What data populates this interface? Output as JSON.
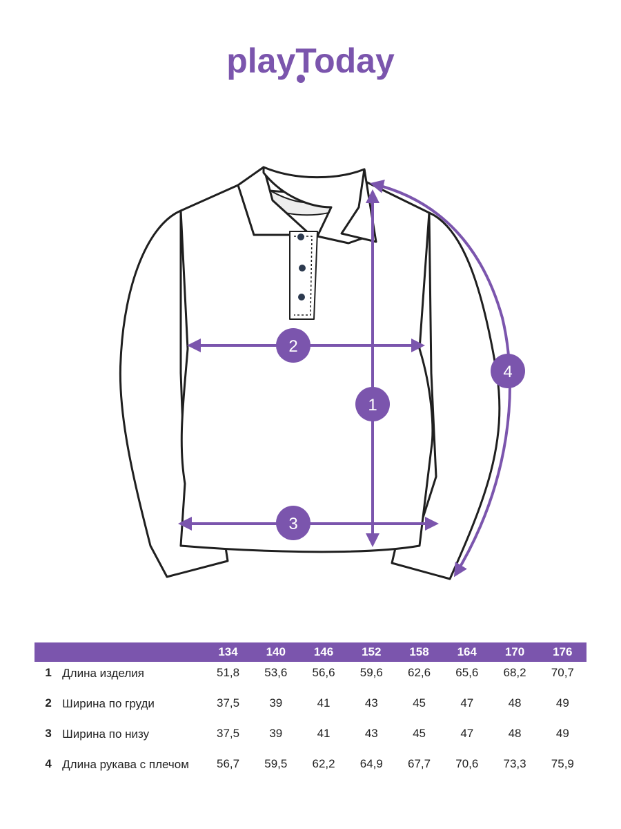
{
  "brand": {
    "name": "playToday",
    "color": "#7b55ad"
  },
  "markers": [
    "1",
    "2",
    "3",
    "4"
  ],
  "table": {
    "sizes": [
      "134",
      "140",
      "146",
      "152",
      "158",
      "164",
      "170",
      "176"
    ],
    "rows": [
      {
        "num": "1",
        "label": "Длина изделия",
        "values": [
          "51,8",
          "53,6",
          "56,6",
          "59,6",
          "62,6",
          "65,6",
          "68,2",
          "70,7"
        ]
      },
      {
        "num": "2",
        "label": "Ширина по груди",
        "values": [
          "37,5",
          "39",
          "41",
          "43",
          "45",
          "47",
          "48",
          "49"
        ]
      },
      {
        "num": "3",
        "label": "Ширина по низу",
        "values": [
          "37,5",
          "39",
          "41",
          "43",
          "45",
          "47",
          "48",
          "49"
        ]
      },
      {
        "num": "4",
        "label": "Длина рукава с плечом",
        "values": [
          "56,7",
          "59,5",
          "62,2",
          "64,9",
          "67,7",
          "70,6",
          "73,3",
          "75,9"
        ]
      }
    ]
  }
}
